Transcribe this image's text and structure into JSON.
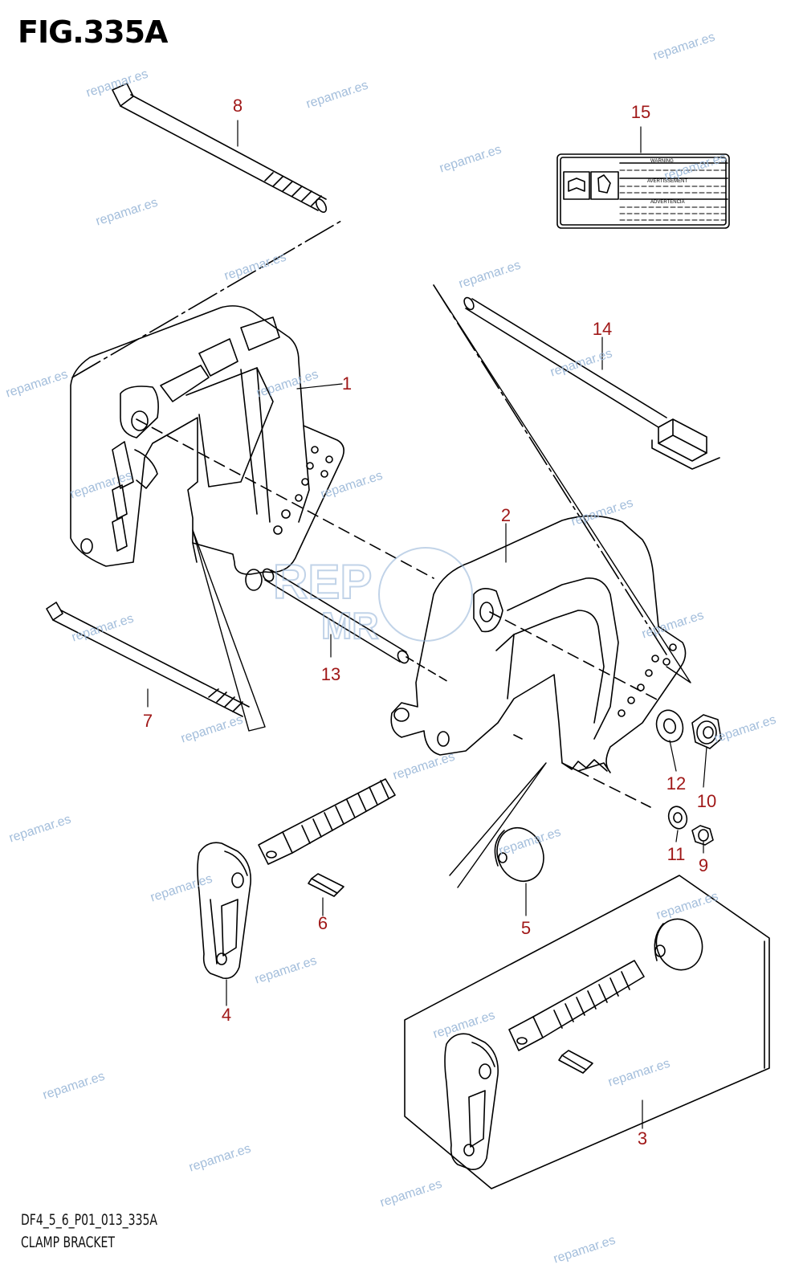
{
  "figure": {
    "title": "FIG.335A"
  },
  "footer": {
    "code": "DF4_5_6_P01_013_335A",
    "name": "CLAMP BRACKET"
  },
  "warning_label": {
    "line1": "WARNING",
    "line2": "AVERTISSEMENT",
    "line3": "ADVERTENCIA"
  },
  "logo": {
    "top": "REP",
    "bottom": "MR"
  },
  "watermark": {
    "text": "repamar.es"
  },
  "callouts": {
    "c1": "1",
    "c2": "2",
    "c3": "3",
    "c4": "4",
    "c5": "5",
    "c6": "6",
    "c7": "7",
    "c8": "8",
    "c9": "9",
    "c10": "10",
    "c11": "11",
    "c12": "12",
    "c13": "13",
    "c14": "14",
    "c15": "15"
  },
  "colors": {
    "callout": "#a01818",
    "watermark": "#9ab7d8",
    "line": "#000000"
  }
}
